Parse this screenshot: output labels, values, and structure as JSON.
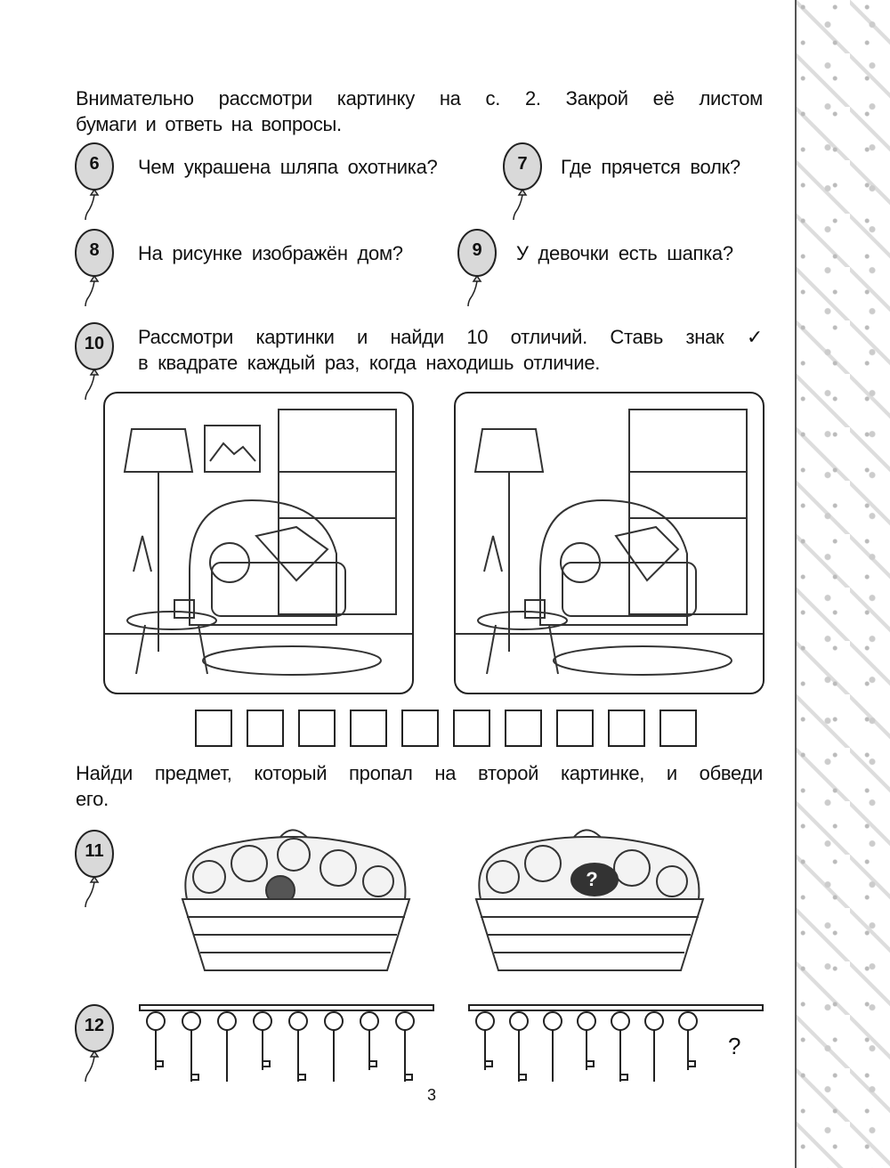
{
  "intro": {
    "line1": "Внимательно рассмотри картинку на с. 2. Закрой её листом",
    "line2": "бумаги и ответь на вопросы."
  },
  "questions": [
    {
      "number": "6",
      "text": "Чем украшена шляпа охотника?"
    },
    {
      "number": "7",
      "text": "Где прячется волк?"
    },
    {
      "number": "8",
      "text": "На рисунке изображён дом?"
    },
    {
      "number": "9",
      "text": "У девочки есть шапка?"
    }
  ],
  "task10": {
    "number": "10",
    "line1": "Рассмотри картинки и найди 10 отличий. Ставь знак ✓",
    "line2": "в квадрате каждый раз, когда находишь отличие.",
    "checkbox_count": 10
  },
  "task11": {
    "number": "11",
    "line1": "Найди предмет, который пропал на второй картинке, и обведи",
    "line2": "его.",
    "question_mark": "?"
  },
  "task12": {
    "number": "12",
    "question_mark": "?"
  },
  "page_number": "3",
  "colors": {
    "balloon": "#d9d9d9",
    "ink": "#111111"
  }
}
